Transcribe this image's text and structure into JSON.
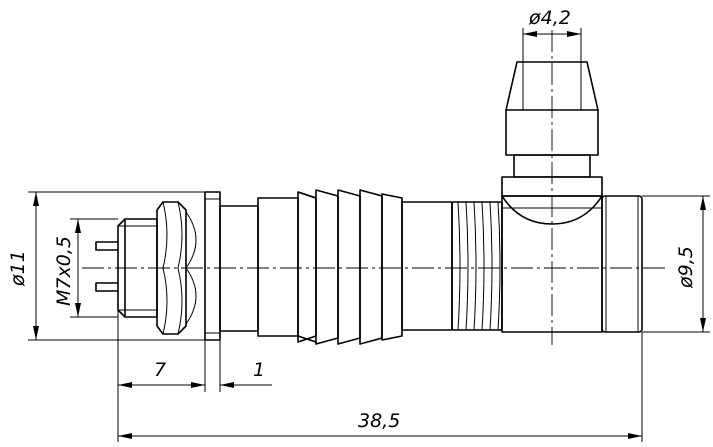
{
  "dimensions": {
    "d_outer": "ø11",
    "thread": "M7x0,5",
    "d_cable": "ø4,2",
    "d_body": "ø9,5",
    "len_thread": "7",
    "len_flange": "1",
    "len_total": "38,5"
  }
}
